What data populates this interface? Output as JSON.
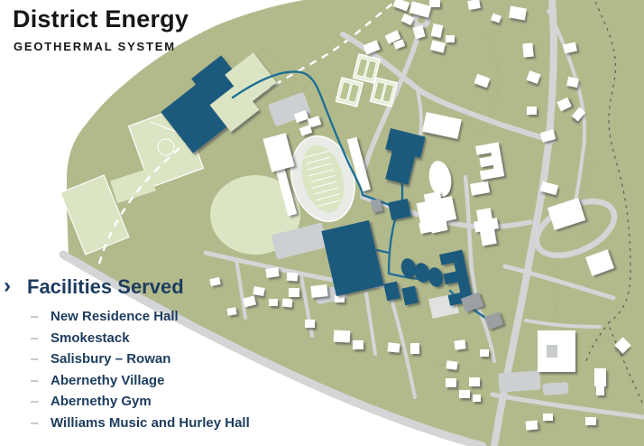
{
  "title": {
    "main": "District Energy",
    "sub": "GEOTHERMAL SYSTEM"
  },
  "facilities": {
    "heading": "Facilities Served",
    "items": [
      "New Residence Hall",
      "Smokestack",
      "Salisbury – Rowan",
      "Abernethy Village",
      "Abernethy Gym",
      "Williams Music and Hurley Hall"
    ]
  },
  "icons": {
    "chevron": "›",
    "dash": "–"
  },
  "colors": {
    "campus_green": "#b2ba8c",
    "field_green": "#dbe5c4",
    "court_green": "#b9c594",
    "road_gray": "#d3d5d6",
    "parking_gray": "#cdd0d2",
    "building_white": "#ffffff",
    "building_gray": "#9aa0a4",
    "served_navy": "#1e5a7d",
    "pipe_blue": "#1c6f96",
    "text_navy": "#1d3c5e",
    "contour_olive": "#a9b283",
    "trail_dark": "#5f6357"
  }
}
